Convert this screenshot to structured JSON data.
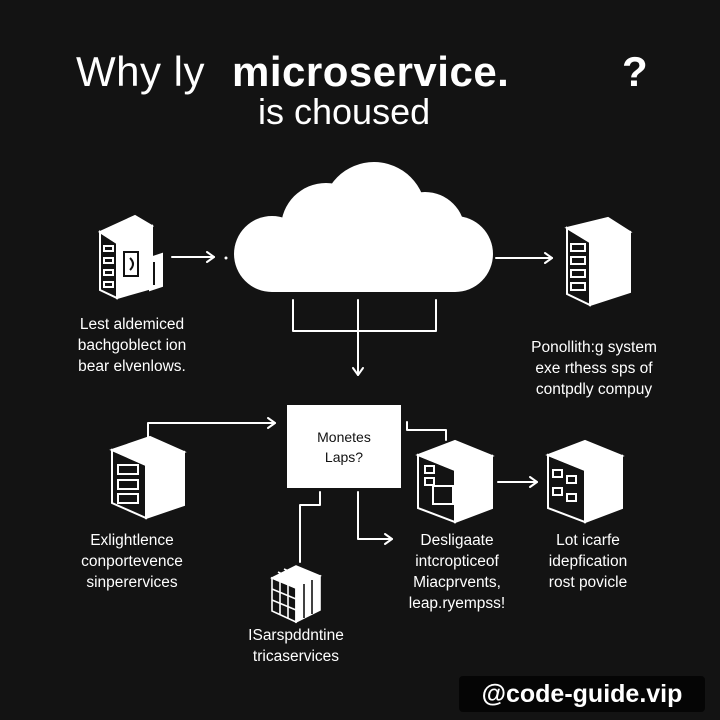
{
  "title": {
    "prefix": "Why ly",
    "emphasis": "microservice.",
    "question_mark": "?",
    "line2": "is choused"
  },
  "nodes": {
    "left_top": {
      "lines": [
        "Lest aldemiced",
        "bachgoblect ion",
        "bear elvenlows."
      ]
    },
    "right_top": {
      "lines": [
        "Ponollith:g system",
        "exe rthess sps of",
        "contpdly compuy"
      ]
    },
    "center_box": {
      "lines": [
        "Monetes",
        "Laps?"
      ]
    },
    "left_mid": {
      "lines": [
        "Exlightlence",
        "conportevence",
        "sinperervices"
      ]
    },
    "center_mid": {
      "lines": [
        "Desligaate",
        "intcropticeof",
        "Miacprvents,",
        "leap.ryempss!"
      ]
    },
    "right_mid": {
      "lines": [
        "Lot icarfe",
        "idepfication",
        "rost povicle"
      ]
    },
    "bottom": {
      "lines": [
        "ISarspddntine",
        "tricaservices"
      ]
    }
  },
  "watermark": "@code-guide.vip",
  "colors": {
    "background": "#131313",
    "foreground": "#ffffff",
    "box_text": "#111111"
  },
  "icons": [
    "building-icon",
    "server-rack-icon",
    "box-icon",
    "cloud-icon",
    "cube-stack-icon"
  ]
}
